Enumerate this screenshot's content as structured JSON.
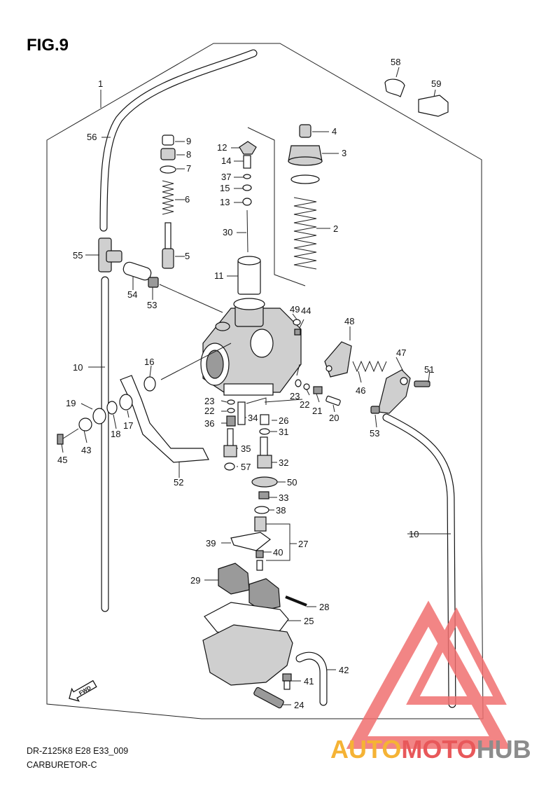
{
  "figure": {
    "title": "FIG.9"
  },
  "footer": {
    "model": "DR-Z125K8 E28 E33_009",
    "name": "CARBURETOR-C"
  },
  "fwd_arrow": {
    "label": "FWD"
  },
  "watermark": {
    "part1": "AUTO",
    "part2": "MOTO",
    "part3": "HUB",
    "colors": {
      "orange": "#f5b335",
      "red": "#e8585a",
      "gray": "#8c8c8c",
      "triangle": "#f07070"
    }
  },
  "callouts": [
    "1",
    "2",
    "3",
    "4",
    "5",
    "6",
    "7",
    "8",
    "9",
    "10",
    "10",
    "11",
    "12",
    "13",
    "14",
    "15",
    "16",
    "17",
    "18",
    "19",
    "20",
    "21",
    "22",
    "22",
    "23",
    "23",
    "24",
    "25",
    "26",
    "27",
    "28",
    "29",
    "30",
    "31",
    "32",
    "33",
    "34",
    "35",
    "36",
    "37",
    "38",
    "39",
    "40",
    "41",
    "42",
    "43",
    "44",
    "45",
    "46",
    "47",
    "48",
    "49",
    "50",
    "51",
    "52",
    "53",
    "53",
    "54",
    "55",
    "56",
    "57",
    "58",
    "59"
  ]
}
